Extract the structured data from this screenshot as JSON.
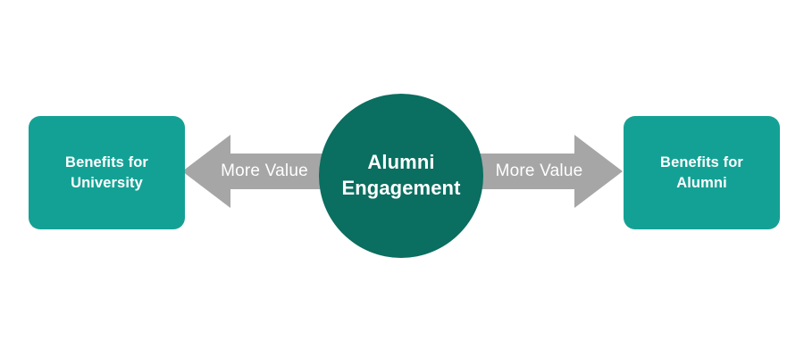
{
  "diagram": {
    "type": "bidirectional-value-exchange",
    "background_color": "#ffffff",
    "center": {
      "label": "Alumni\nEngagement",
      "shape": "circle",
      "fill_color": "#0a6e60",
      "text_color": "#ffffff"
    },
    "nodes": [
      {
        "id": "benefits-university",
        "label": "Benefits for\nUniversity",
        "shape": "rounded-rectangle",
        "fill_color": "#14a195",
        "text_color": "#ffffff",
        "side": "left"
      },
      {
        "id": "benefits-alumni",
        "label": "Benefits for\nAlumni",
        "shape": "rounded-rectangle",
        "fill_color": "#14a195",
        "text_color": "#ffffff",
        "side": "right"
      }
    ],
    "arrows": [
      {
        "id": "arrow-to-university",
        "label": "More Value",
        "direction": "left",
        "fill_color": "#a6a6a6",
        "text_color": "#ffffff"
      },
      {
        "id": "arrow-to-alumni",
        "label": "More Value",
        "direction": "right",
        "fill_color": "#a6a6a6",
        "text_color": "#ffffff"
      }
    ]
  }
}
